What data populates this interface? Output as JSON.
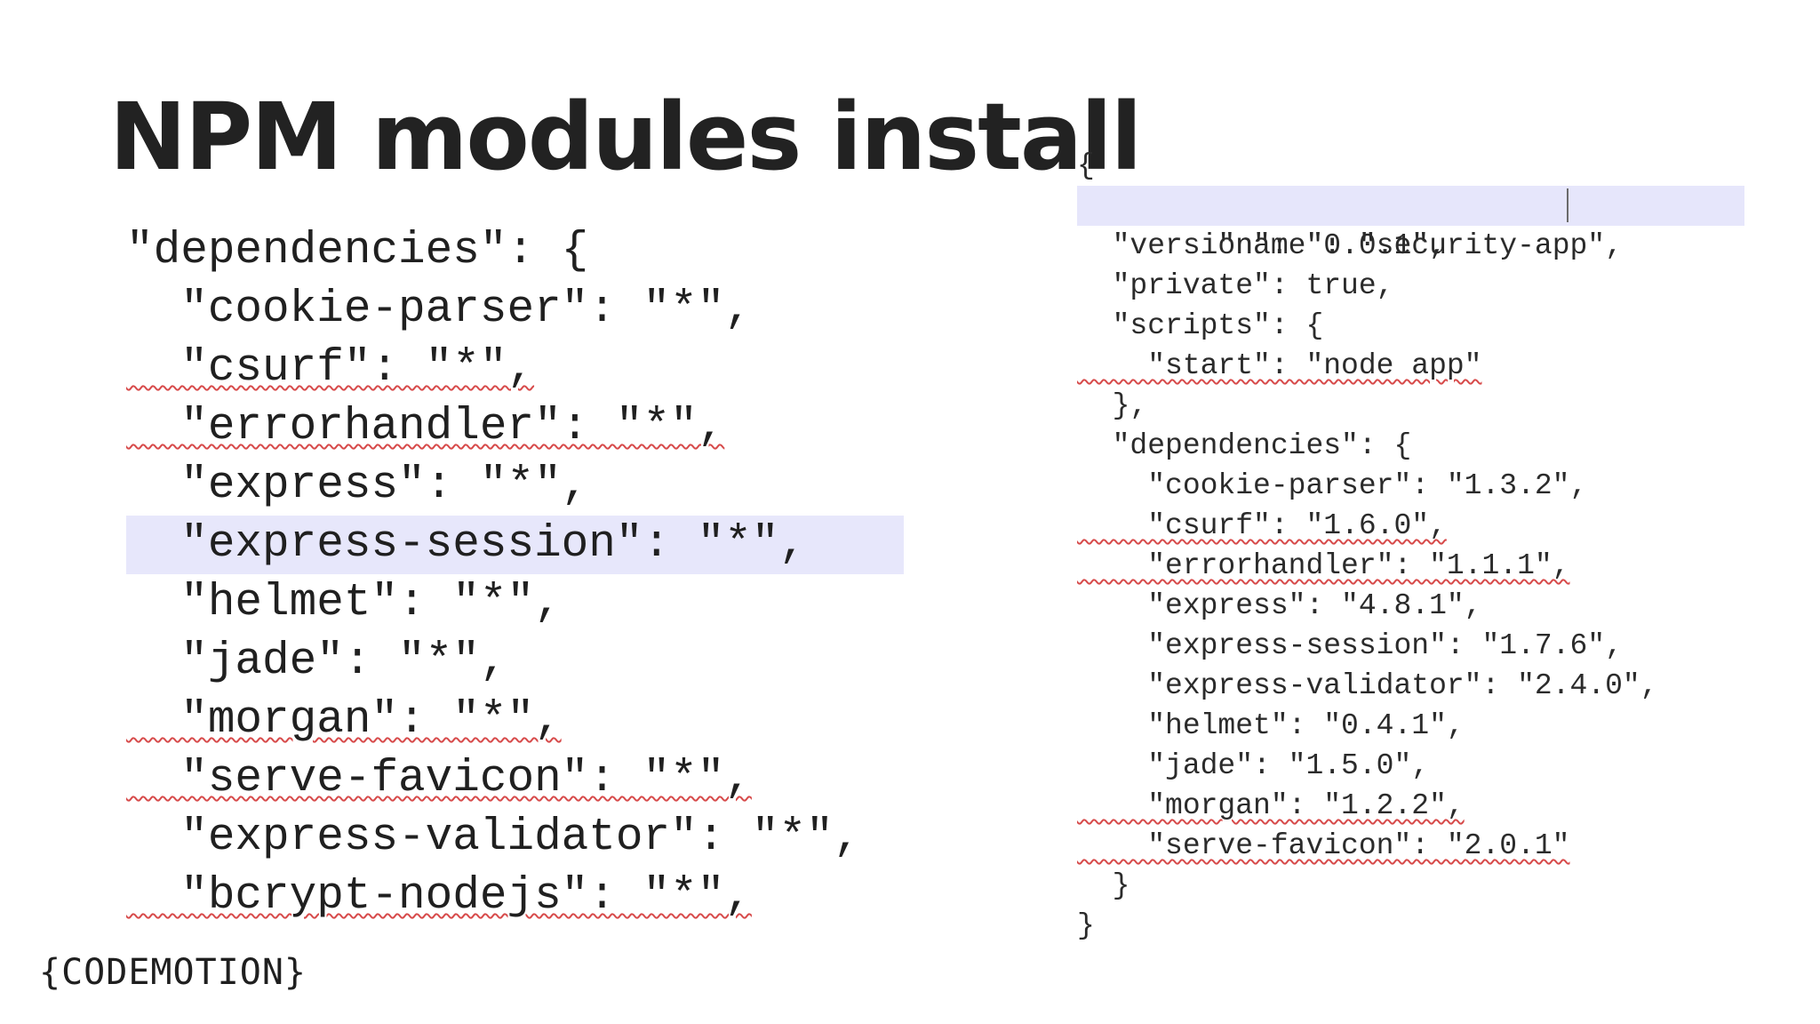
{
  "slide": {
    "title": "NPM modules install",
    "logo_text": "{CODEMOTION}"
  },
  "left_code": {
    "lines": [
      "\"dependencies\": {",
      "  \"cookie-parser\": \"*\",",
      "  \"csurf\": \"*\",",
      "  \"errorhandler\": \"*\",",
      "  \"express\": \"*\",",
      "  \"express-session\": \"*\",",
      "  \"helmet\": \"*\",",
      "  \"jade\": \"*\",",
      "  \"morgan\": \"*\",",
      "  \"serve-favicon\": \"*\",",
      "  \"express-validator\": \"*\",",
      "  \"bcrypt-nodejs\": \"*\","
    ]
  },
  "right_code": {
    "lines": [
      "{",
      "  \"name\": \"security-app\",",
      "  \"version\": \"0.0.1\",",
      "  \"private\": true,",
      "  \"scripts\": {",
      "    \"start\": \"node app\"",
      "  },",
      "  \"dependencies\": {",
      "    \"cookie-parser\": \"1.3.2\",",
      "    \"csurf\": \"1.6.0\",",
      "    \"errorhandler\": \"1.1.1\",",
      "    \"express\": \"4.8.1\",",
      "    \"express-session\": \"1.7.6\",",
      "    \"express-validator\": \"2.4.0\",",
      "    \"helmet\": \"0.4.1\",",
      "    \"jade\": \"1.5.0\",",
      "    \"morgan\": \"1.2.2\",",
      "    \"serve-favicon\": \"2.0.1\"",
      "  }",
      "}"
    ]
  },
  "colors": {
    "highlight": "#e6e6fb",
    "spellcheck": "#d74b4b"
  }
}
